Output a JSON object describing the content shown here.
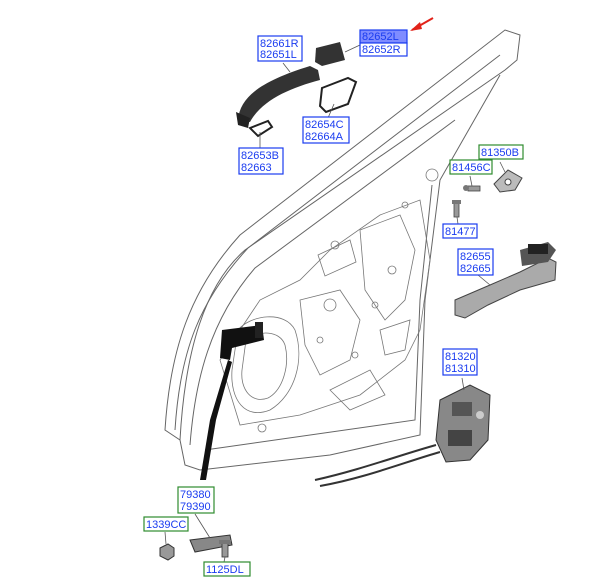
{
  "labels": {
    "handle_upper": [
      "82661R",
      "82651L"
    ],
    "handle_cap": [
      "82652L",
      "82652R"
    ],
    "pad": [
      "82654C",
      "82664A"
    ],
    "gasket": [
      "82653B",
      "82663"
    ],
    "hinge_top": [
      "81350B"
    ],
    "screw_small": [
      "81456C"
    ],
    "bolt": [
      "81477"
    ],
    "bracket": [
      "82655",
      "82665"
    ],
    "latch": [
      "81320",
      "81310"
    ],
    "checker": [
      "79380",
      "79390"
    ],
    "nut": [
      "1339CC"
    ],
    "bolt_low": [
      "1125DL"
    ]
  },
  "colors": {
    "blue_label": "#1a3cf0",
    "green_label": "#2e8b2e",
    "highlight": "#7f8cff",
    "arrow": "#e2231a",
    "line": "#555555"
  }
}
